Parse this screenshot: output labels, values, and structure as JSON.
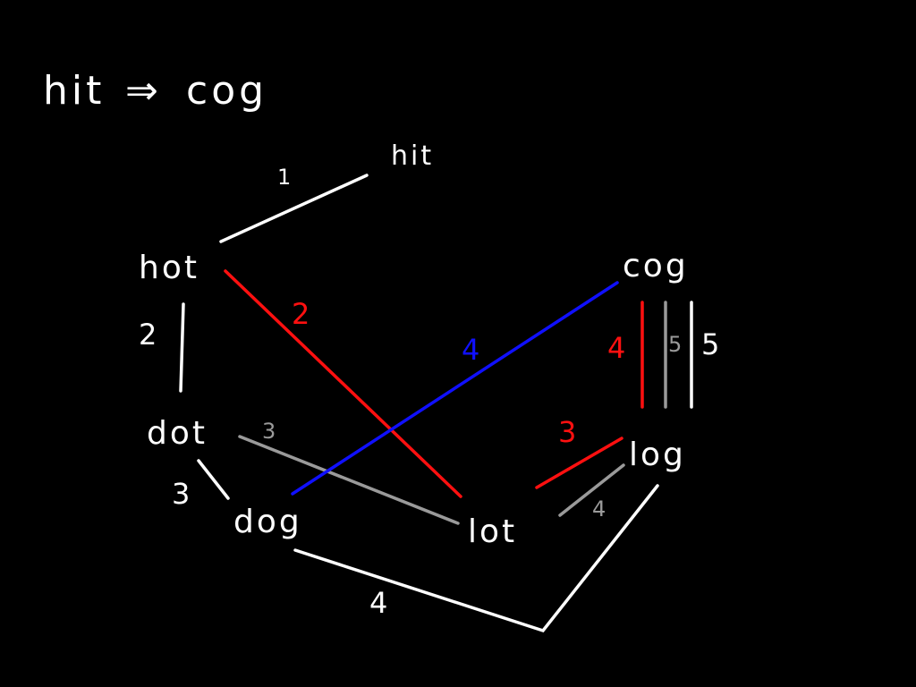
{
  "title": {
    "from": "hit",
    "arrow": "⇒",
    "to": "cog"
  },
  "colors": {
    "background": "#000000",
    "default": "#ffffff",
    "red": "#ff1010",
    "blue": "#1010ff",
    "gray": "#9a9a9a"
  },
  "nodes": {
    "hit": "hit",
    "hot": "hot",
    "dot": "dot",
    "dog": "dog",
    "lot": "lot",
    "log": "log",
    "cog": "cog"
  },
  "edges": [
    {
      "id": "hit-hot",
      "from": "hit",
      "to": "hot",
      "color": "white",
      "weight": "1"
    },
    {
      "id": "hot-dot",
      "from": "hot",
      "to": "dot",
      "color": "white",
      "weight": "2"
    },
    {
      "id": "hot-lot",
      "from": "hot",
      "to": "lot",
      "color": "red",
      "weight": "2"
    },
    {
      "id": "dot-dog",
      "from": "dot",
      "to": "dog",
      "color": "white",
      "weight": "3"
    },
    {
      "id": "dot-lot",
      "from": "dot",
      "to": "lot",
      "color": "gray",
      "weight": "3"
    },
    {
      "id": "dog-cog",
      "from": "dog",
      "to": "cog",
      "color": "blue",
      "weight": "4"
    },
    {
      "id": "lot-log-red",
      "from": "lot",
      "to": "log",
      "color": "red",
      "weight": "3"
    },
    {
      "id": "lot-log-gray",
      "from": "lot",
      "to": "log",
      "color": "gray",
      "weight": "4"
    },
    {
      "id": "log-cog-red",
      "from": "log",
      "to": "cog",
      "color": "red",
      "weight": "4"
    },
    {
      "id": "log-cog-gray",
      "from": "log",
      "to": "cog",
      "color": "gray",
      "weight": "5"
    },
    {
      "id": "log-cog-white",
      "from": "log",
      "to": "cog",
      "color": "white",
      "weight": "5"
    },
    {
      "id": "dog-log",
      "from": "dog",
      "to": "log",
      "color": "white",
      "weight": "4"
    }
  ]
}
